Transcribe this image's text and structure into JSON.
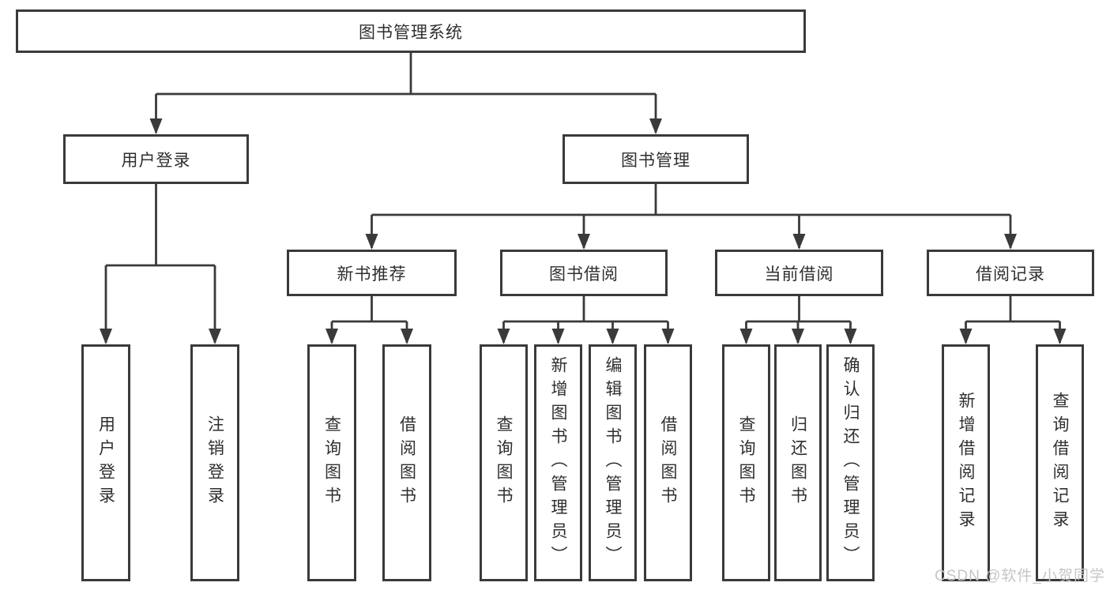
{
  "diagram": {
    "title": "图书管理系统",
    "level2": [
      {
        "label": "用户登录"
      },
      {
        "label": "图书管理"
      }
    ],
    "level3": [
      {
        "label": "新书推荐"
      },
      {
        "label": "图书借阅"
      },
      {
        "label": "当前借阅"
      },
      {
        "label": "借阅记录"
      }
    ],
    "leaves": [
      {
        "label": "用户登录"
      },
      {
        "label": "注销登录"
      },
      {
        "label": "查询图书"
      },
      {
        "label": "借阅图书"
      },
      {
        "label": "查询图书"
      },
      {
        "label": "新增图书（管理员）"
      },
      {
        "label": "编辑图书（管理员）"
      },
      {
        "label": "借阅图书"
      },
      {
        "label": "查询图书"
      },
      {
        "label": "归还图书"
      },
      {
        "label": "确认归还（管理员）"
      },
      {
        "label": "新增借阅记录"
      },
      {
        "label": "查询借阅记录"
      }
    ],
    "watermark": "CSDN @软件_小贺同学",
    "colors": {
      "line": "#3a3a3a",
      "text": "#2f2f2f",
      "watermark": "#c6c6c6",
      "background": "#ffffff"
    }
  }
}
